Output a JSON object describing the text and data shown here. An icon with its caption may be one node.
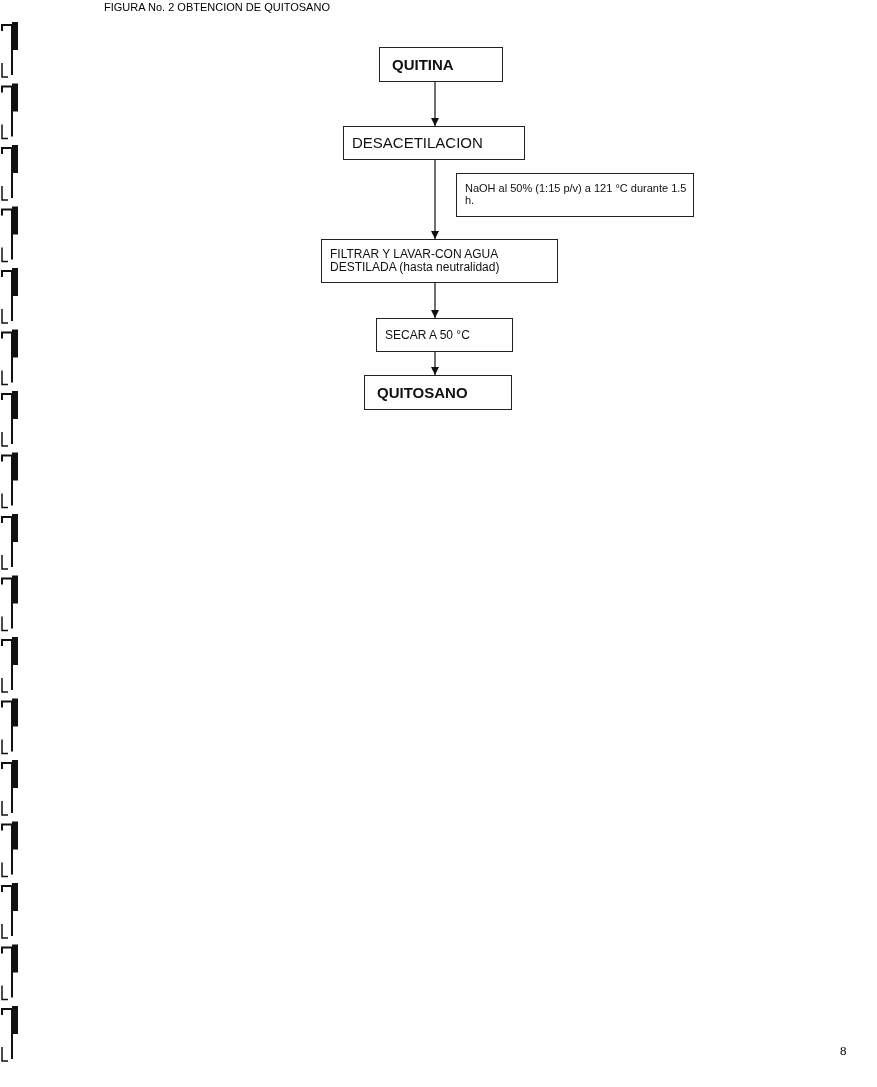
{
  "diagram": {
    "title": "FIGURA No. 2 OBTENCION DE QUITOSANO",
    "nodes": [
      {
        "text": [
          "QUITINA"
        ]
      },
      {
        "text": [
          "DESACETILACION"
        ]
      },
      {
        "text": [
          "NaOH al 50% (1:15 p/v) a 121 °C durante 1.5 h."
        ]
      },
      {
        "text": [
          "FILTRAR  Y  LAVAR-CON AGUA DESTILADA (hasta neutralidad)"
        ]
      },
      {
        "text": [
          "SECAR A  50 °C"
        ]
      },
      {
        "text": [
          "QUITOSANO"
        ]
      }
    ],
    "edges": [
      {
        "from": 0,
        "to": 1,
        "arrow": "to"
      },
      {
        "from": 1,
        "to": 3,
        "arrow": "to"
      },
      {
        "from": 3,
        "to": 4,
        "arrow": "to"
      },
      {
        "from": 4,
        "to": 5,
        "arrow": "to"
      }
    ],
    "labels": [
      "8"
    ]
  }
}
